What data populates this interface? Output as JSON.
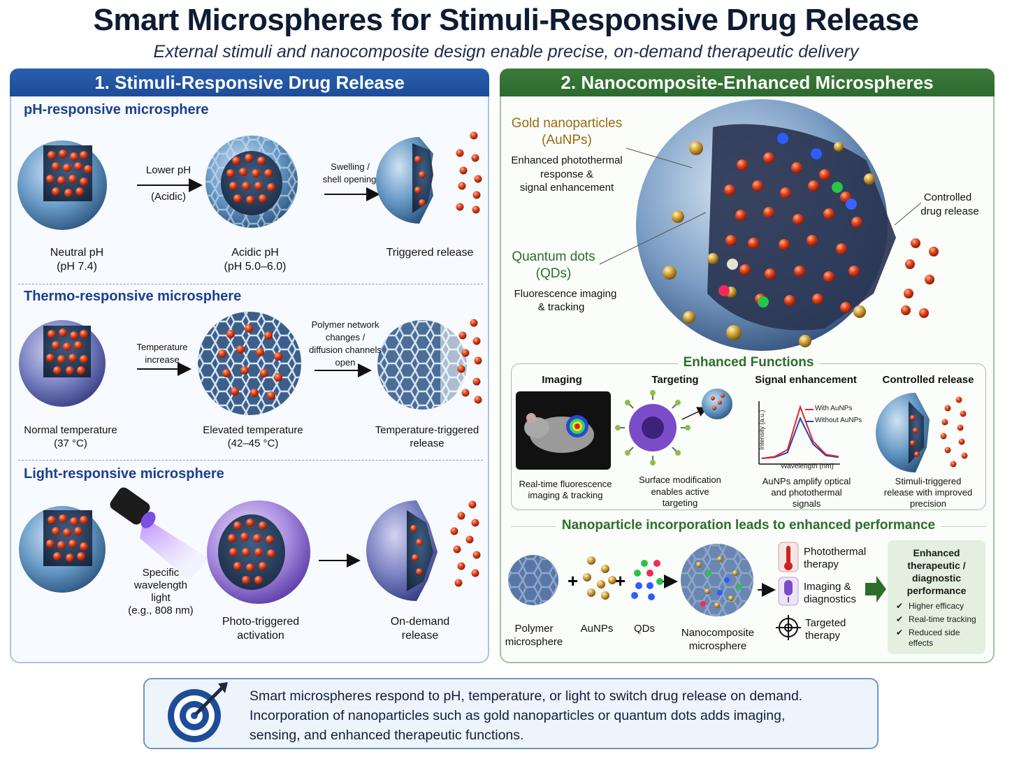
{
  "header": {
    "title": "Smart Microspheres for Stimuli-Responsive Drug Release",
    "subtitle": "External stimuli and nanocomposite design enable precise, on-demand therapeutic delivery"
  },
  "panel1": {
    "heading": "1.  Stimuli-Responsive Drug Release",
    "ph": {
      "title": "pH-responsive microsphere",
      "arrow1_line1": "Lower pH",
      "arrow1_line2": "(Acidic)",
      "arrow2_line1": "Swelling /",
      "arrow2_line2": "shell opening",
      "s1_line1": "Neutral pH",
      "s1_line2": "(pH 7.4)",
      "s2_line1": "Acidic pH",
      "s2_line2": "(pH 5.0–6.0)",
      "s3_line1": "Triggered release"
    },
    "thermo": {
      "title": "Thermo-responsive microsphere",
      "arrow1_line1": "Temperature",
      "arrow1_line2": "increase",
      "arrow2_line1": "Polymer network",
      "arrow2_line2": "changes /",
      "arrow2_line3": "diffusion channels",
      "arrow2_line4": "open",
      "s1_line1": "Normal temperature",
      "s1_line2": "(37 °C)",
      "s2_line1": "Elevated temperature",
      "s2_line2": "(42–45 °C)",
      "s3_line1": "Temperature-triggered",
      "s3_line2": "release"
    },
    "light": {
      "title": "Light-responsive microsphere",
      "stim_line1": "Specific",
      "stim_line2": "wavelength",
      "stim_line3": "light",
      "stim_line4": "(e.g., 808 nm)",
      "s2_line1": "Photo-triggered",
      "s2_line2": "activation",
      "s3_line1": "On-demand",
      "s3_line2": "release"
    }
  },
  "panel2": {
    "heading": "2.  Nanocomposite-Enhanced Microspheres",
    "aunp_title1": "Gold nanoparticles",
    "aunp_title2": "(AuNPs)",
    "aunp_desc1": "Enhanced photothermal",
    "aunp_desc2": "response &",
    "aunp_desc3": "signal enhancement",
    "qd_title1": "Quantum dots",
    "qd_title2": "(QDs)",
    "qd_desc1": "Fluorescence imaging",
    "qd_desc2": "& tracking",
    "release1": "Controlled",
    "release2": "drug release",
    "functions": {
      "heading": "Enhanced Functions",
      "imaging_h": "Imaging",
      "imaging_d1": "Real-time fluorescence",
      "imaging_d2": "imaging & tracking",
      "targeting_h": "Targeting",
      "targeting_d1": "Surface modification",
      "targeting_d2": "enables active",
      "targeting_d3": "targeting",
      "signal_h": "Signal enhancement",
      "signal_d1": "AuNPs amplify optical",
      "signal_d2": "and photothermal",
      "signal_d3": "signals",
      "release_h": "Controlled release",
      "release_d1": "Stimuli-triggered",
      "release_d2": "release with improved",
      "release_d3": "precision"
    },
    "plot": {
      "ylabel": "Intensity (a.u.)",
      "xlabel": "Wavelength (nm)",
      "legend_with": "With AuNPs",
      "legend_without": "Without AuNPs",
      "color_with": "#e0262b",
      "color_without": "#2b3fb8"
    },
    "incorporation": {
      "heading": "Nanoparticle incorporation leads to enhanced performance",
      "polymer1": "Polymer",
      "polymer2": "microsphere",
      "aunps": "AuNPs",
      "qds": "QDs",
      "nano1": "Nanocomposite",
      "nano2": "microsphere",
      "photo1": "Photothermal",
      "photo2": "therapy",
      "imag1": "Imaging &",
      "imag2": "diagnostics",
      "targ1": "Targeted",
      "targ2": "therapy",
      "result1": "Enhanced",
      "result2": "therapeutic /",
      "result3": "diagnostic",
      "result4": "performance",
      "check1": "Higher efficacy",
      "check2": "Real-time tracking",
      "check3a": "Reduced side",
      "check3b": "effects"
    }
  },
  "summary": {
    "line1": "Smart microspheres respond to pH, temperature, or light to switch drug release on demand.",
    "line2": "Incorporation of nanoparticles such as gold nanoparticles or quantum dots adds imaging,",
    "line3": "sensing, and enhanced therapeutic functions."
  },
  "colors": {
    "blue_header": "#1d4c98",
    "green_header": "#2c6a2e",
    "drug": "#d9431e",
    "gold": "#c89a2a"
  },
  "chart_data": {
    "type": "line",
    "xlabel": "Wavelength (nm)",
    "ylabel": "Intensity (a.u.)",
    "series": [
      {
        "name": "With AuNPs",
        "values": [
          0.05,
          0.08,
          0.2,
          0.95,
          0.35,
          0.12,
          0.08
        ]
      },
      {
        "name": "Without AuNPs",
        "values": [
          0.05,
          0.07,
          0.15,
          0.75,
          0.3,
          0.1,
          0.07
        ]
      }
    ]
  }
}
